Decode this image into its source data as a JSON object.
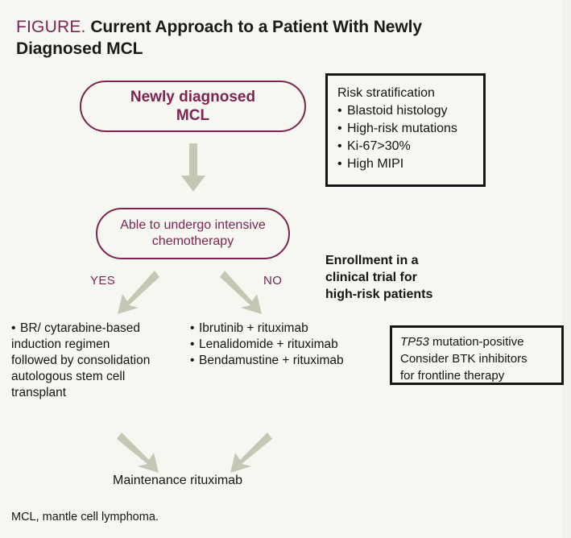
{
  "figure": {
    "label": "FIGURE.",
    "title": "Current Approach to a Patient With Newly Diagnosed MCL",
    "footnote": "MCL, mantle cell lymphoma."
  },
  "colors": {
    "accent_maroon": "#7d2450",
    "background": "#f7f7f2",
    "arrow_gray": "#c6c6b4",
    "box_black": "#161616",
    "text_black": "#141414"
  },
  "nodes": {
    "newly_diagnosed": {
      "line1": "Newly diagnosed",
      "line2": "MCL"
    },
    "able_chemo": {
      "line1": "Able to undergo intensive",
      "line2": "chemotherapy"
    },
    "maintenance": "Maintenance rituximab"
  },
  "branches": {
    "yes": "YES",
    "no": "NO"
  },
  "risk_box": {
    "heading": "Risk stratification",
    "items": [
      "Blastoid histology",
      "High-risk mutations",
      "Ki-67>30%",
      "High MIPI"
    ]
  },
  "enrollment": {
    "line1": "Enrollment in a",
    "line2": "clinical trial for",
    "line3": "high-risk patients"
  },
  "tp53_box": {
    "gene": "TP53",
    "line1_rest": " mutation-positive",
    "line2": "Consider BTK inhibitors",
    "line3": "for frontline therapy"
  },
  "treatment_left": {
    "text": "BR/ cytarabine-based induction regimen followed by consolidation autologous stem cell transplant"
  },
  "treatment_mid": {
    "items": [
      "Ibrutinib + rituximab",
      "Lenalidomide + rituximab",
      "Bendamustine + rituximab"
    ]
  }
}
